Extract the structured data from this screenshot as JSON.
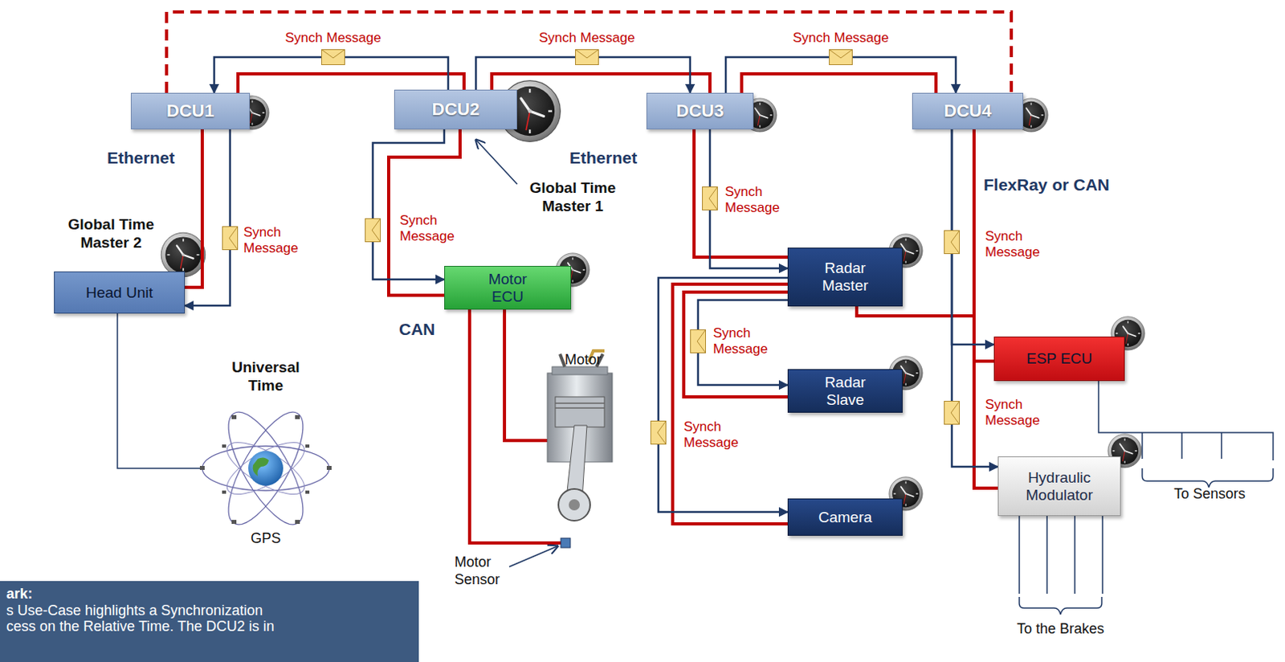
{
  "diagram": {
    "nodes": [
      {
        "text": [
          "DCU1"
        ]
      },
      {
        "text": [
          "DCU2"
        ]
      },
      {
        "text": [
          "DCU3"
        ]
      },
      {
        "text": [
          "DCU4"
        ]
      },
      {
        "text": [
          "Head Unit"
        ]
      },
      {
        "text": [
          "Motor ECU"
        ]
      },
      {
        "text": [
          "Radar Master"
        ]
      },
      {
        "text": [
          "Radar Slave"
        ]
      },
      {
        "text": [
          "Camera"
        ]
      },
      {
        "text": [
          "ESP ECU"
        ]
      },
      {
        "text": [
          "Hydraulic Modulator"
        ]
      },
      {
        "text": [
          "ark:",
          "s Use-Case highlights a Synchronization cess on the Relative Time. The DCU2 is in"
        ]
      }
    ],
    "edges": [
      {
        "from": 1,
        "to": 0,
        "arrow": "to",
        "label": "Synch Message"
      },
      {
        "from": 1,
        "to": 2,
        "arrow": "to",
        "label": "Synch Message"
      },
      {
        "from": 2,
        "to": 3,
        "arrow": "to",
        "label": "Synch Message"
      },
      {
        "from": 0,
        "to": 4,
        "arrow": "to",
        "label": "Synch Message"
      },
      {
        "from": 1,
        "to": 5,
        "arrow": "to",
        "label": "Synch Message"
      },
      {
        "from": 2,
        "to": 6,
        "arrow": "to",
        "label": "Synch Message"
      },
      {
        "from": 6,
        "to": 7,
        "arrow": "to",
        "label": "Synch Message"
      },
      {
        "from": 6,
        "to": 8,
        "arrow": "to",
        "label": "Synch Message"
      },
      {
        "from": 3,
        "to": 9,
        "arrow": "to",
        "label": "Synch Message"
      },
      {
        "from": 3,
        "to": 10,
        "arrow": "to",
        "label": "Synch Message"
      },
      {
        "from": 0,
        "to": 1,
        "arrow": "none"
      },
      {
        "from": 1,
        "to": 2,
        "arrow": "none"
      },
      {
        "from": 2,
        "to": 3,
        "arrow": "none"
      },
      {
        "from": 0,
        "to": 3,
        "arrow": "none"
      },
      {
        "from": 0,
        "to": 4,
        "arrow": "none"
      },
      {
        "from": 1,
        "to": 5,
        "arrow": "none"
      },
      {
        "from": 2,
        "to": 6,
        "arrow": "none"
      },
      {
        "from": 6,
        "to": 7,
        "arrow": "none"
      },
      {
        "from": 6,
        "to": 8,
        "arrow": "none"
      },
      {
        "from": 6,
        "to": 9,
        "arrow": "none"
      },
      {
        "from": 3,
        "to": 9,
        "arrow": "none"
      },
      {
        "from": 3,
        "to": 10,
        "arrow": "none"
      }
    ],
    "labels": [
      "Ethernet",
      "Global Time Master 2",
      "Global Time Master 1",
      "Ethernet",
      "CAN",
      "FlexRay or CAN",
      "Universal Time",
      "GPS",
      "Motor",
      "Motor Sensor",
      "To Sensors",
      "To the Brakes"
    ]
  }
}
